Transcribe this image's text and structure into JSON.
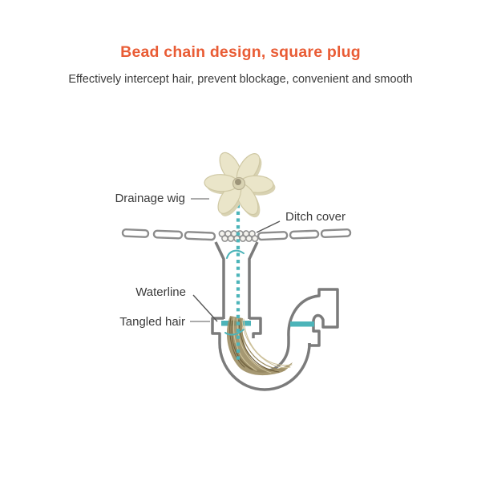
{
  "header": {
    "title": "Bead chain design, square plug",
    "subtitle": "Effectively intercept hair, prevent blockage, convenient and smooth"
  },
  "labels": {
    "drainage_wig": "Drainage wig",
    "ditch_cover": "Ditch cover",
    "waterline": "Waterline",
    "tangled_hair": "Tangled hair"
  },
  "colors": {
    "title": "#e95c35",
    "text": "#3a3a3a",
    "pipe": "#7b7b7b",
    "tile": "#8c8c8c",
    "teal": "#4cb4b9",
    "flower": "#eae5c9",
    "flowerline": "#cfc8a4",
    "flowershadow": "#d8d2b2",
    "hair": "#9a8a5e",
    "hairdark": "#6f5f3c",
    "hairlight": "#cdc19a",
    "leader": "#8f8f8f",
    "leaderdark": "#565656"
  }
}
